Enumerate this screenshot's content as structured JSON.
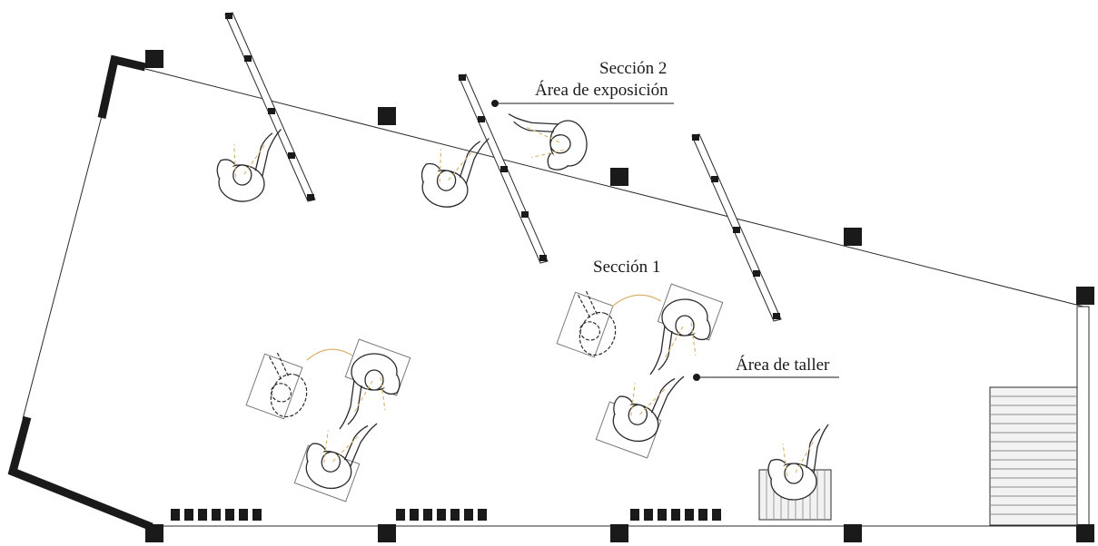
{
  "labels": {
    "seccion_2": "Sección 2",
    "area_exposicion": "Área de exposición",
    "seccion_1": "Sección 1",
    "area_taller": "Área de taller"
  },
  "colors": {
    "wall": "#1a1a1a",
    "line": "#2b2b2b",
    "sightline": "#d9b26a",
    "motion": "#d9b26a",
    "stair_fill": "#eeeeee"
  },
  "icons": [
    "column-icon",
    "exhibition-panel-icon",
    "person-icon",
    "workbench-icon",
    "stair-icon",
    "seating-icon"
  ]
}
